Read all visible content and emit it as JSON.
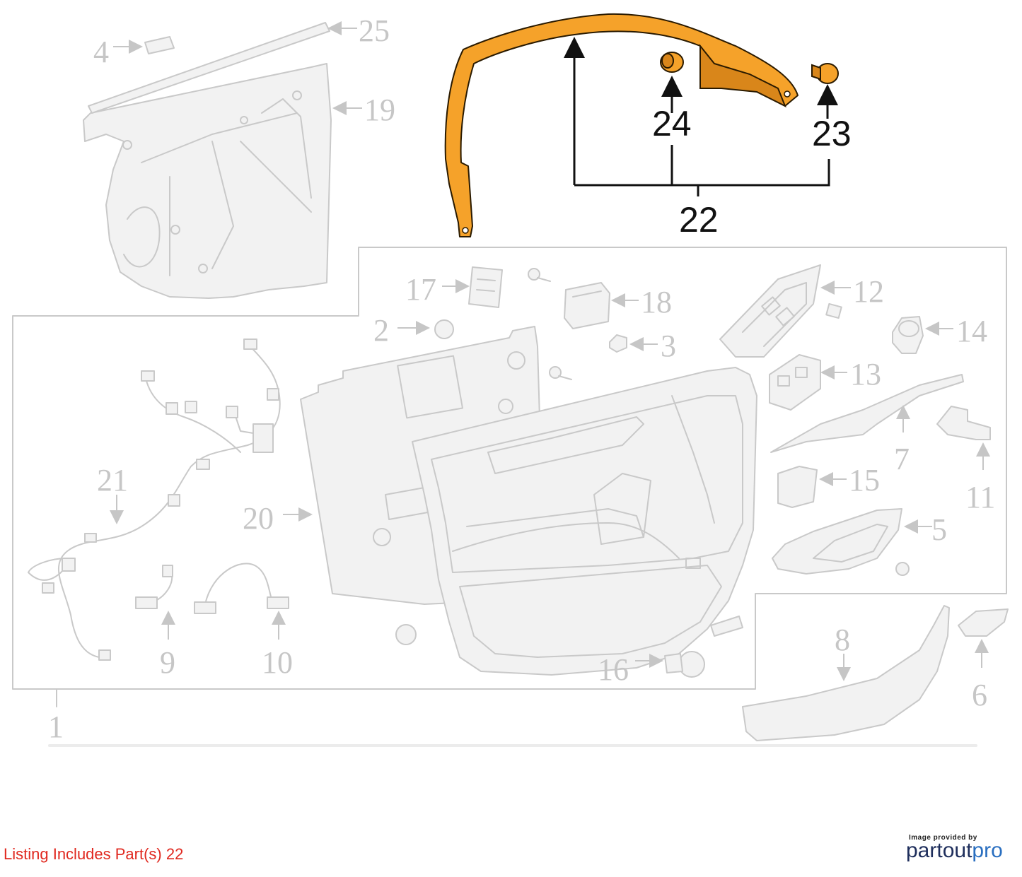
{
  "diagram": {
    "highlighted_part": "22",
    "callouts_gray": [
      "1",
      "2",
      "3",
      "4",
      "5",
      "6",
      "7",
      "8",
      "9",
      "10",
      "11",
      "12",
      "13",
      "14",
      "15",
      "16",
      "17",
      "18",
      "19",
      "20",
      "21",
      "25"
    ],
    "callouts_dark": [
      "22",
      "23",
      "24"
    ],
    "colors": {
      "highlight": "#f5a22a",
      "outline_gray": "#c9c9c9",
      "label_gray": "#c6c6c6",
      "label_dark": "#111111"
    }
  },
  "footer": {
    "listing_text": "Listing Includes Part(s) 22",
    "listing_color": "#e0281f",
    "credit_small": "Image provided by",
    "credit_brand_part1": "partout",
    "credit_brand_part2": "pro"
  }
}
